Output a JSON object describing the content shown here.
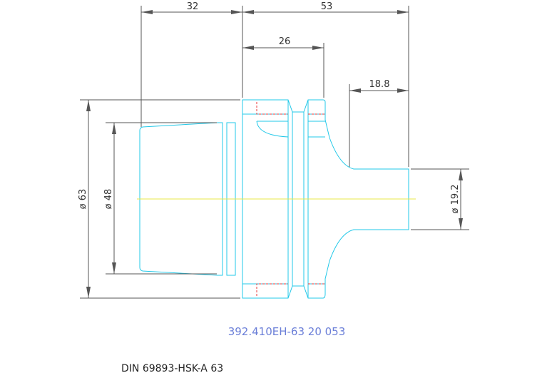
{
  "dimensions": {
    "d32": "32",
    "d53": "53",
    "d26": "26",
    "d18_8": "18.8",
    "dia63": "ø 63",
    "dia48": "ø 48",
    "dia19_2": "ø 19.2"
  },
  "part_number": "392.410EH-63 20 053",
  "standard": "DIN 69893-HSK-A 63",
  "colors": {
    "outline": "#22c8e8",
    "hidden": "#e83a3a",
    "centerline": "#e8e84a",
    "dimension": "#555555",
    "part_number": "#6b7fd8"
  }
}
